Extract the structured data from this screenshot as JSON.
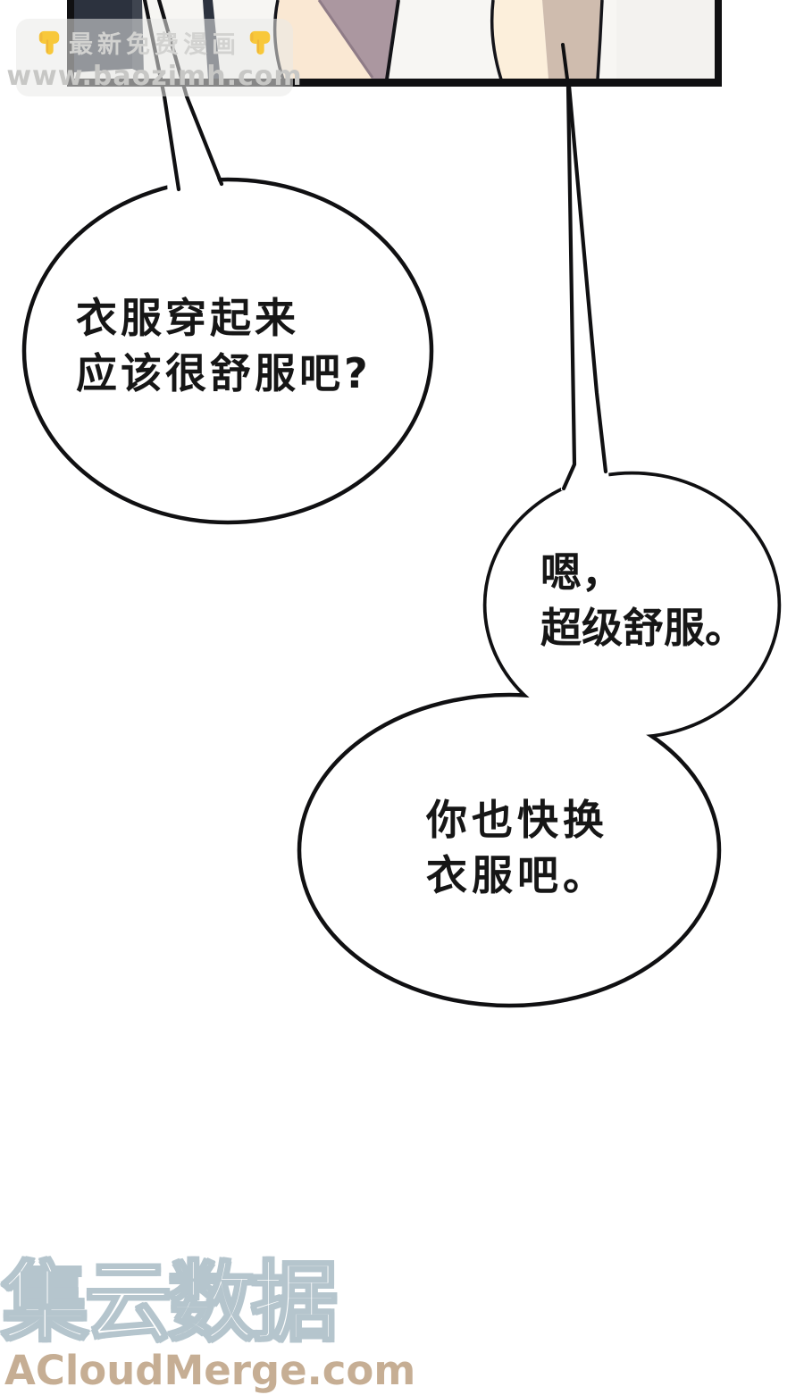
{
  "top_watermark": {
    "left_icon": "pointing-down-hand-icon",
    "right_icon": "pointing-down-hand-icon",
    "line1": "最新免费漫画",
    "line2": "www.baozimh.com"
  },
  "bubbles": [
    {
      "lines": [
        "衣服穿起来",
        "应该很舒服吧?"
      ]
    },
    {
      "lines": [
        "嗯，",
        "超级舒服。"
      ]
    },
    {
      "lines": [
        "你也快换",
        "衣服吧。"
      ]
    }
  ],
  "bottom_watermark": {
    "title": "集云数据",
    "url": "ACloudMerge.com"
  },
  "colors": {
    "page_bg": "#ffffff",
    "outline_black": "#101012",
    "panel_bg": "#f7f6f3",
    "panel_navy": "#2c323e",
    "panel_navy_strip": "#3f4550",
    "leg_cream": "#fae8d3",
    "leg_cream_light": "#fcefdb",
    "leg_mauve": "#ab97a0",
    "leg_tan": "#cfbcae",
    "bubble_fill": "#ffffff",
    "banner_bg": "rgba(234,234,232,0.55)",
    "banner_text": "#d2d2d0",
    "banner_url_text": "#c7c7c5",
    "emoji_yellow": "#f8c83a",
    "wm_title_outline": "#b5c5cd",
    "wm_url_text": "#c6ae94"
  }
}
